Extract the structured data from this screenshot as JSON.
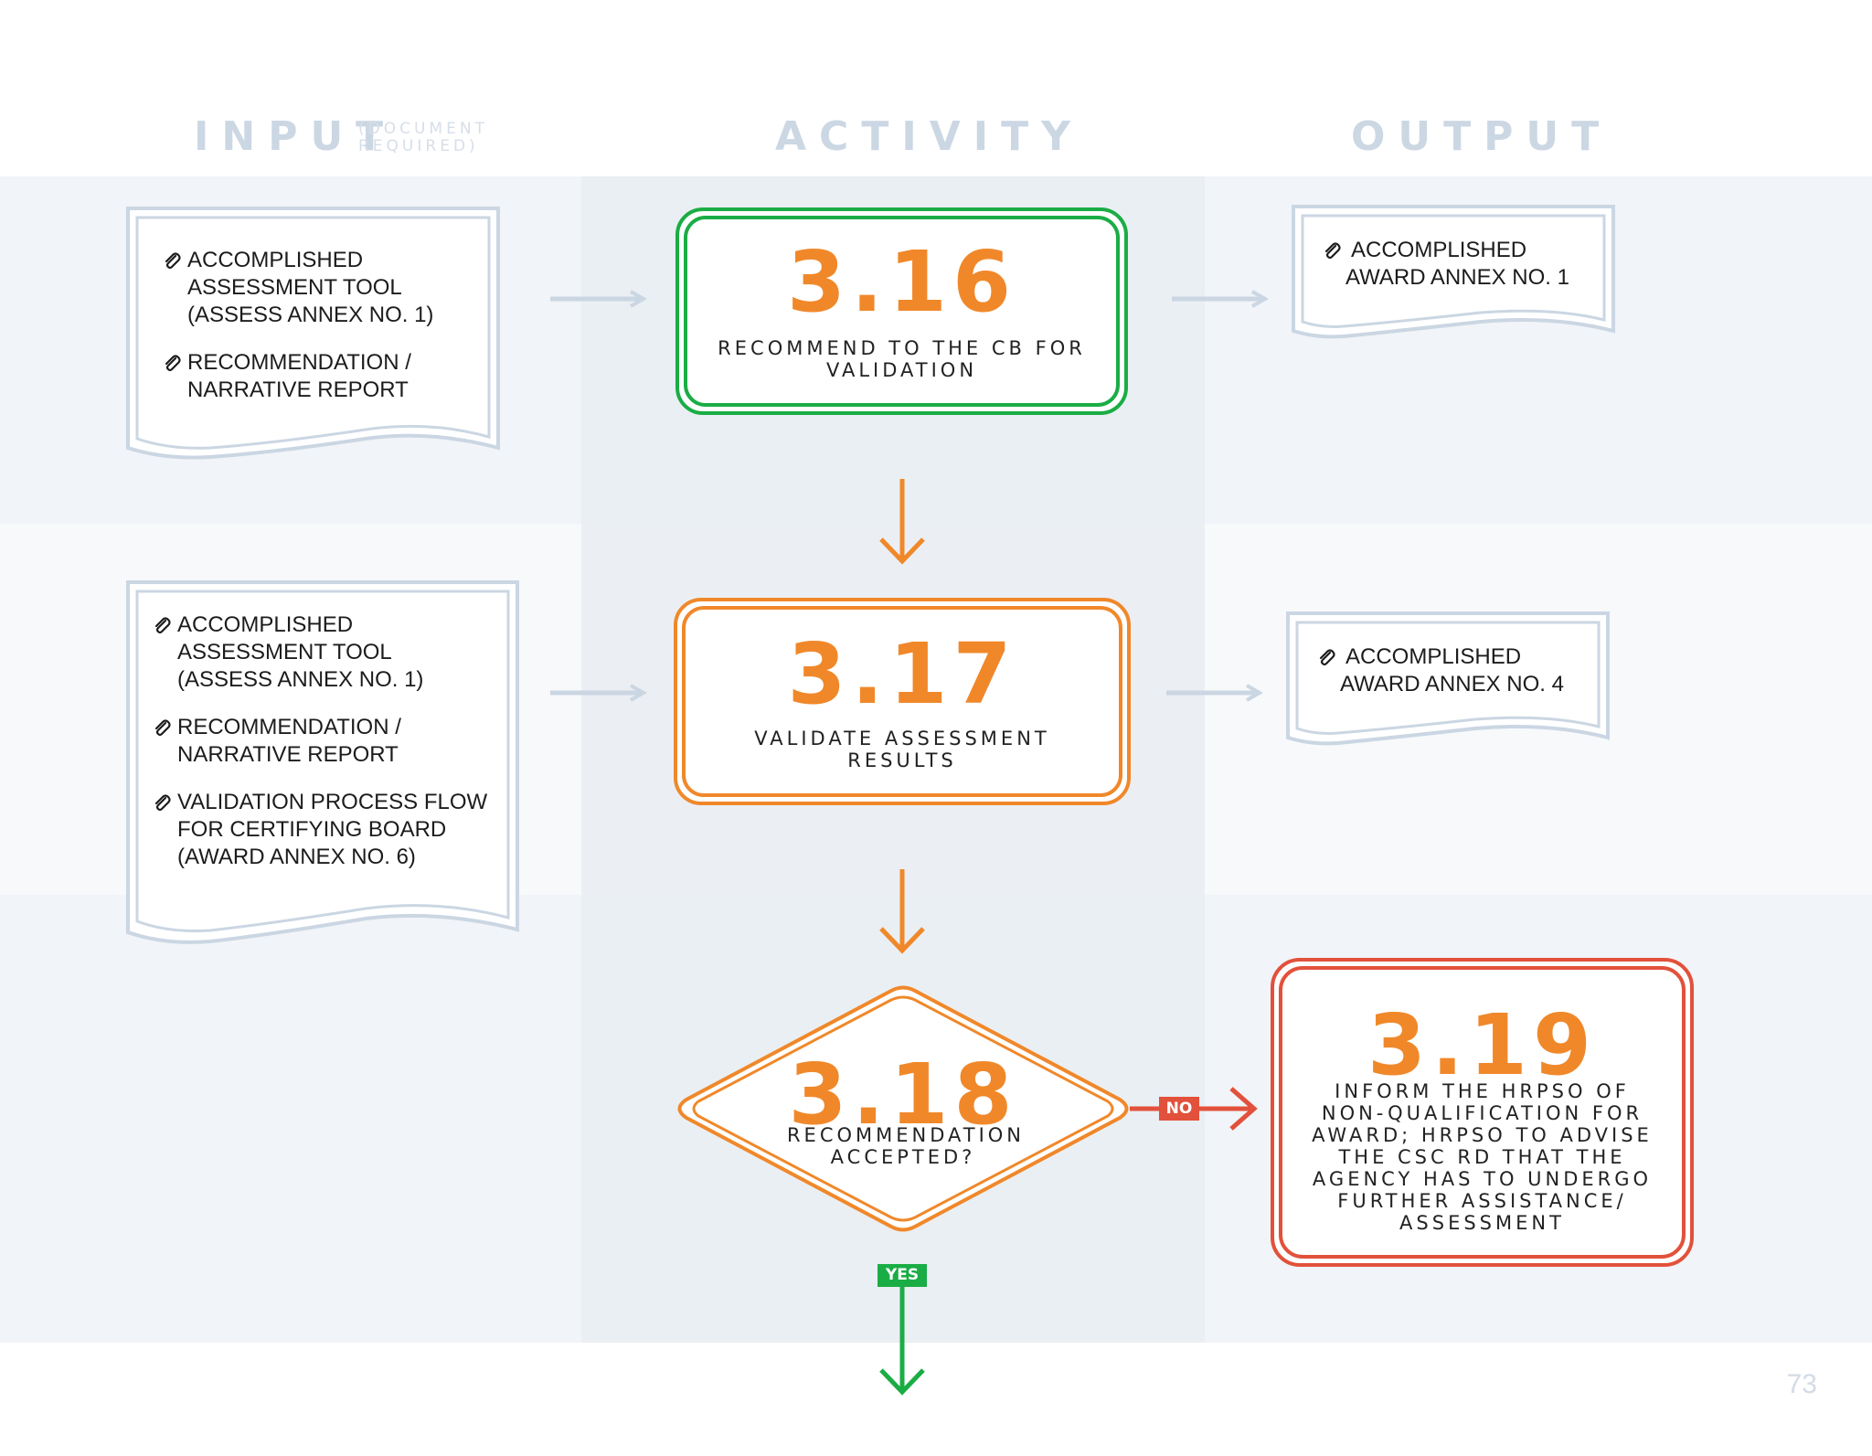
{
  "headers": {
    "input": "INPUT",
    "input_sub_1": "(DOCUMENT",
    "input_sub_2": "REQUIRED)",
    "activity": "ACTIVITY",
    "output": "OUTPUT"
  },
  "inputs": [
    {
      "items": [
        {
          "lines": [
            "ACCOMPLISHED",
            "ASSESSMENT TOOL",
            "(ASSESS ANNEX NO. 1)"
          ]
        },
        {
          "lines": [
            "RECOMMENDATION /",
            "NARRATIVE REPORT"
          ]
        }
      ]
    },
    {
      "items": [
        {
          "lines": [
            "ACCOMPLISHED",
            "ASSESSMENT TOOL",
            "(ASSESS ANNEX NO. 1)"
          ]
        },
        {
          "lines": [
            "RECOMMENDATION /",
            "NARRATIVE REPORT"
          ]
        },
        {
          "lines": [
            "VALIDATION PROCESS FLOW",
            "FOR CERTIFYING BOARD",
            "(AWARD ANNEX NO. 6)"
          ]
        }
      ]
    }
  ],
  "outputs": [
    {
      "lines": [
        "ACCOMPLISHED",
        "AWARD ANNEX NO. 1"
      ]
    },
    {
      "lines": [
        "ACCOMPLISHED",
        "AWARD ANNEX NO. 4"
      ]
    }
  ],
  "steps": [
    {
      "number": "3.16",
      "label_lines": [
        "RECOMMEND TO THE CB FOR",
        "VALIDATION"
      ],
      "color": "#1aad45"
    },
    {
      "number": "3.17",
      "label_lines": [
        "VALIDATE ASSESSMENT",
        "RESULTS"
      ],
      "color": "#f0882a"
    },
    {
      "number": "3.18",
      "label_lines": [
        "RECOMMENDATION",
        "ACCEPTED?"
      ],
      "color": "#f0882a"
    },
    {
      "number": "3.19",
      "label_lines": [
        "INFORM THE HRPSO OF",
        "NON-QUALIFICATION FOR",
        "AWARD; HRPSO TO ADVISE",
        "THE CSC RD THAT THE",
        "AGENCY HAS TO UNDERGO",
        "FURTHER ASSISTANCE/",
        "ASSESSMENT"
      ],
      "color": "#e2513b"
    }
  ],
  "tags": {
    "no": "NO",
    "yes": "YES"
  },
  "colors": {
    "green": "#1aad45",
    "orange": "#f0882a",
    "red": "#e2513b",
    "doc_border": "#cbd6e3",
    "arrow_gray": "#cbd6e3"
  },
  "page_number": "73"
}
